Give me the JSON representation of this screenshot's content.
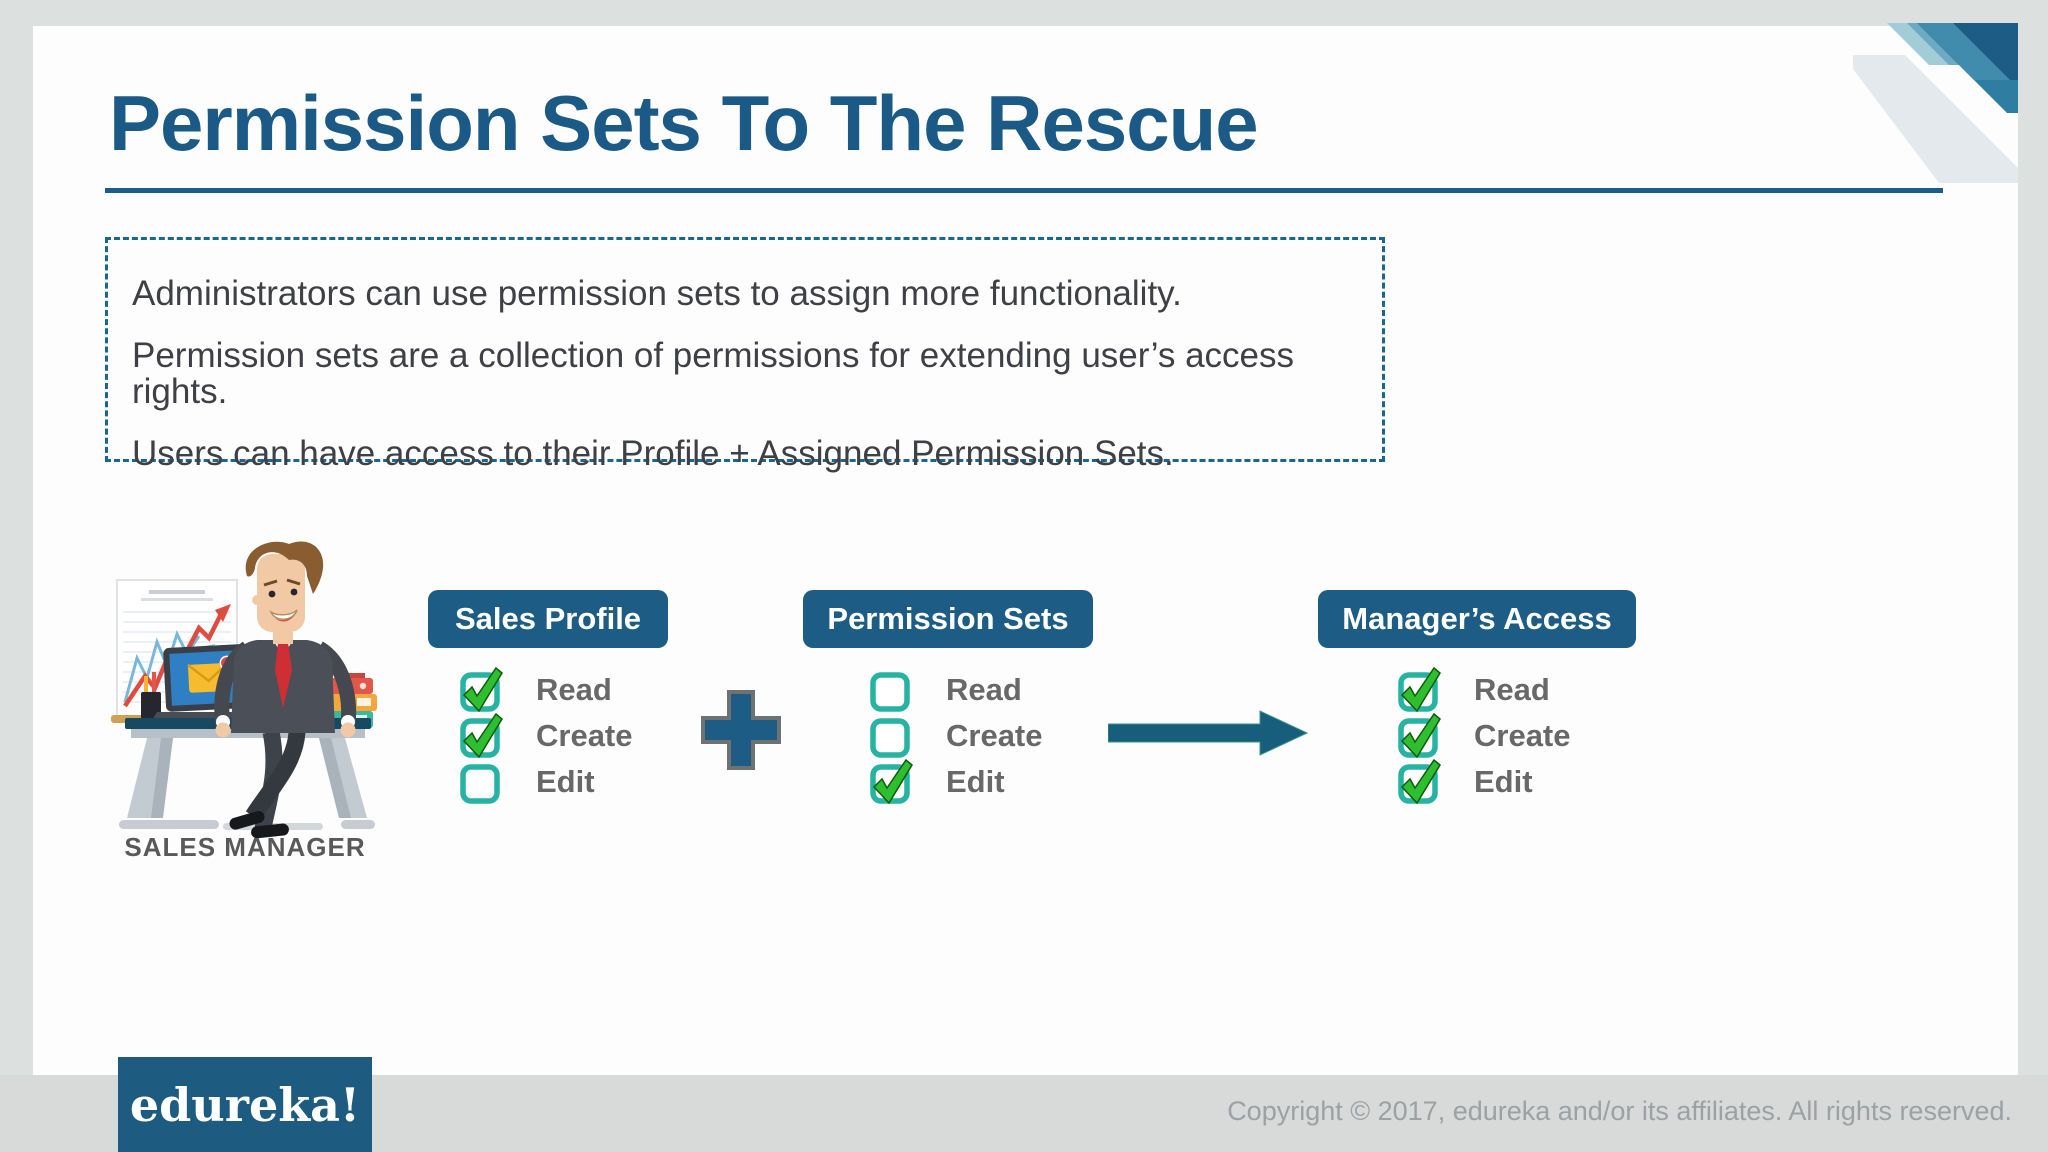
{
  "slide": {
    "title": "Permission Sets To The Rescue",
    "info_box": {
      "lines": [
        "Administrators can use permission sets to assign more functionality.",
        "Permission sets are a collection of permissions for extending user’s access rights.",
        "Users can have access to their Profile + Assigned Permission Sets."
      ]
    },
    "illustration": {
      "caption": "SALES MANAGER"
    },
    "columns": [
      {
        "title": "Sales Profile",
        "items": [
          {
            "label": "Read",
            "checked": true
          },
          {
            "label": "Create",
            "checked": true
          },
          {
            "label": "Edit",
            "checked": false
          }
        ]
      },
      {
        "title": "Permission Sets",
        "items": [
          {
            "label": "Read",
            "checked": false
          },
          {
            "label": "Create",
            "checked": false
          },
          {
            "label": "Edit",
            "checked": true
          }
        ]
      },
      {
        "title": "Manager’s Access",
        "items": [
          {
            "label": "Read",
            "checked": true
          },
          {
            "label": "Create",
            "checked": true
          },
          {
            "label": "Edit",
            "checked": true
          }
        ]
      }
    ],
    "footer": {
      "logo_text": "edureka!",
      "copyright": "Copyright © 2017, edureka and/or its affiliates. All rights reserved."
    },
    "colors": {
      "accent_blue": "#1d5c85",
      "title_blue": "#1b5a86",
      "checkbox_teal": "#26b3a2",
      "check_green": "#2fbe2f",
      "label_gray": "#686868"
    }
  }
}
